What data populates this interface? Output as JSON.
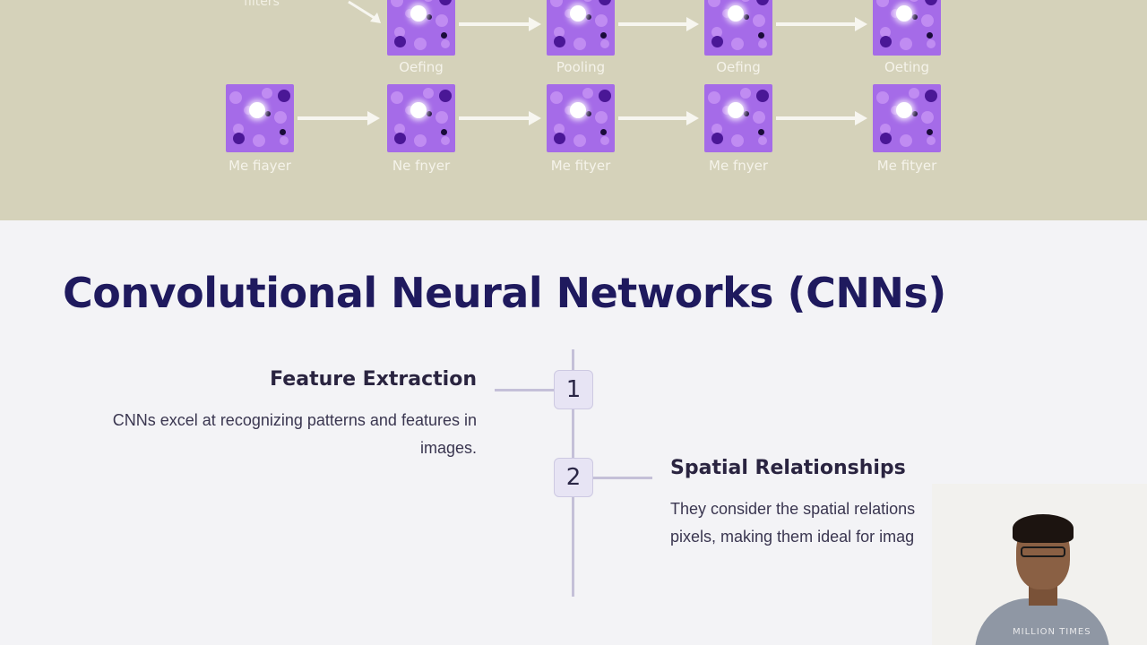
{
  "banner": {
    "filters_label": "filters",
    "top_row_labels": [
      "Oefing",
      "Pooling",
      "Oefing",
      "Oeting"
    ],
    "bottom_row_labels": [
      "Me fiayer",
      "Ne fnyer",
      "Me fityer",
      "Me fnyer",
      "Me fityer"
    ]
  },
  "slide": {
    "title": "Convolutional Neural Networks (CNNs)",
    "steps": [
      {
        "number": "1",
        "heading": "Feature Extraction",
        "text": "CNNs excel at recognizing patterns and features in images."
      },
      {
        "number": "2",
        "heading": "Spatial Relationships",
        "text": "They consider the spatial relations pixels, making them ideal for imag"
      }
    ]
  },
  "webcam": {
    "shirt_text": "MILLION TIMES"
  },
  "colors": {
    "banner_bg": "#d5d2ba",
    "tile_purple": "#a56be8",
    "title_navy": "#1f1a5e",
    "timeline": "#c4c0d8",
    "step_box": "#e7e4f4"
  }
}
